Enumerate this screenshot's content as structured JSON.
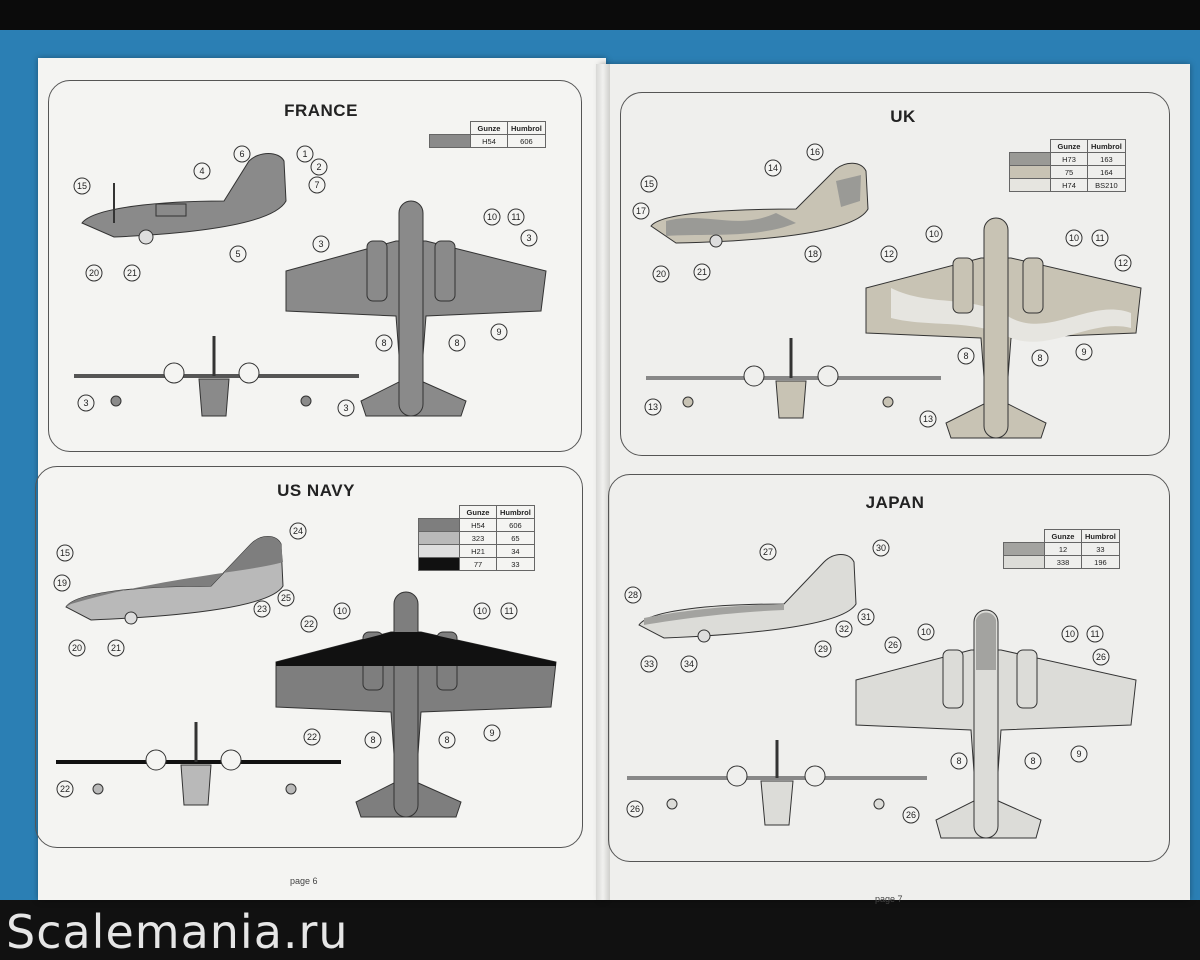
{
  "watermark": "Scalemania.ru",
  "pages": {
    "left": {
      "page_label": "page 6"
    },
    "right": {
      "page_label": "page 7"
    }
  },
  "panels": [
    {
      "title": "FRANCE",
      "table_headers": [
        "Gunze",
        "Humbrol"
      ],
      "colors": [
        {
          "swatch": "#8a8a8a",
          "gunze": "H54",
          "humbrol": "606"
        }
      ],
      "callouts": [
        "15",
        "4",
        "6",
        "1",
        "2",
        "7",
        "5",
        "20",
        "21",
        "10",
        "11",
        "3",
        "3",
        "8",
        "8",
        "9",
        "3",
        "3"
      ]
    },
    {
      "title": "UK",
      "table_headers": [
        "Gunze",
        "Humbrol"
      ],
      "colors": [
        {
          "swatch": "#9a9a96",
          "gunze": "H73",
          "humbrol": "163"
        },
        {
          "swatch": "#c8c3b4",
          "gunze": "75",
          "humbrol": "164"
        },
        {
          "swatch": "#e6e5e0",
          "gunze": "H74",
          "humbrol": "BS210"
        }
      ],
      "callouts": [
        "16",
        "14",
        "15",
        "17",
        "18",
        "20",
        "21",
        "10",
        "10",
        "11",
        "12",
        "12",
        "8",
        "8",
        "9",
        "13",
        "13"
      ]
    },
    {
      "title": "US NAVY",
      "table_headers": [
        "Gunze",
        "Humbrol"
      ],
      "colors": [
        {
          "swatch": "#7e7e7e",
          "gunze": "H54",
          "humbrol": "606"
        },
        {
          "swatch": "#b9b9b9",
          "gunze": "323",
          "humbrol": "65"
        },
        {
          "swatch": "#dedede",
          "gunze": "H21",
          "humbrol": "34"
        },
        {
          "swatch": "#111111",
          "gunze": "77",
          "humbrol": "33"
        }
      ],
      "callouts": [
        "24",
        "15",
        "19",
        "23",
        "25",
        "20",
        "21",
        "22",
        "10",
        "10",
        "11",
        "8",
        "8",
        "9",
        "22",
        "22"
      ]
    },
    {
      "title": "JAPAN",
      "table_headers": [
        "Gunze",
        "Humbrol"
      ],
      "colors": [
        {
          "swatch": "#a3a3a0",
          "gunze": "12",
          "humbrol": "33"
        },
        {
          "swatch": "#dcdcd8",
          "gunze": "338",
          "humbrol": "196"
        }
      ],
      "callouts": [
        "27",
        "30",
        "28",
        "31",
        "32",
        "29",
        "33",
        "34",
        "10",
        "10",
        "11",
        "26",
        "26",
        "8",
        "8",
        "9",
        "26",
        "26"
      ]
    }
  ]
}
